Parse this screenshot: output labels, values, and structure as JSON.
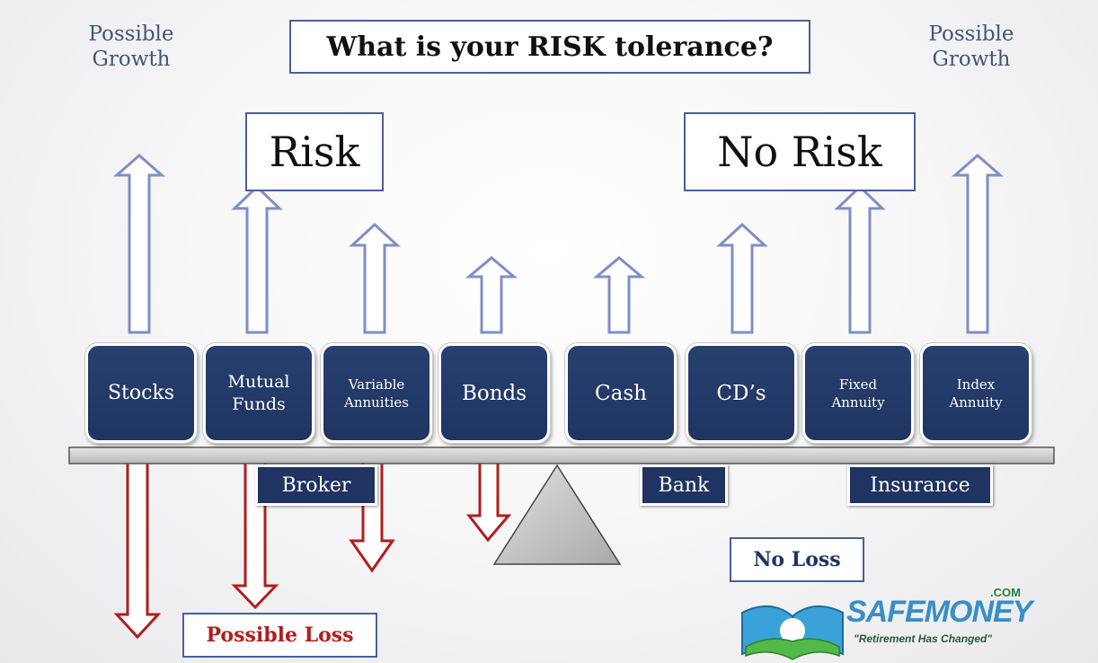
{
  "title": "What is your RISK tolerance?",
  "corner_left": [
    "Possible",
    "Growth"
  ],
  "corner_right": [
    "Possible",
    "Growth"
  ],
  "risk_label": "Risk",
  "no_risk_label": "No Risk",
  "categories": [
    {
      "lines": [
        "Stocks"
      ]
    },
    {
      "lines": [
        "Mutual",
        "Funds"
      ]
    },
    {
      "lines": [
        "Variable",
        "Annuities"
      ]
    },
    {
      "lines": [
        "Bonds"
      ]
    },
    {
      "lines": [
        "Cash"
      ]
    },
    {
      "lines": [
        "CD’s"
      ]
    },
    {
      "lines": [
        "Fixed",
        "Annuity"
      ]
    },
    {
      "lines": [
        "Index",
        "Annuity"
      ]
    }
  ],
  "channels": {
    "broker": "Broker",
    "bank": "Bank",
    "insurance": "Insurance"
  },
  "possible_loss": "Possible Loss",
  "no_loss": "No Loss",
  "logo": {
    "text": "SAFEMONEY",
    "dotcom": ".COM",
    "tagline": "\"Retirement Has Changed\""
  },
  "colors": {
    "navy": "#1f3461",
    "growth_arrow": "#7e8fc6",
    "loss_arrow": "#b01e1e",
    "title_border": "#4a5f99"
  }
}
